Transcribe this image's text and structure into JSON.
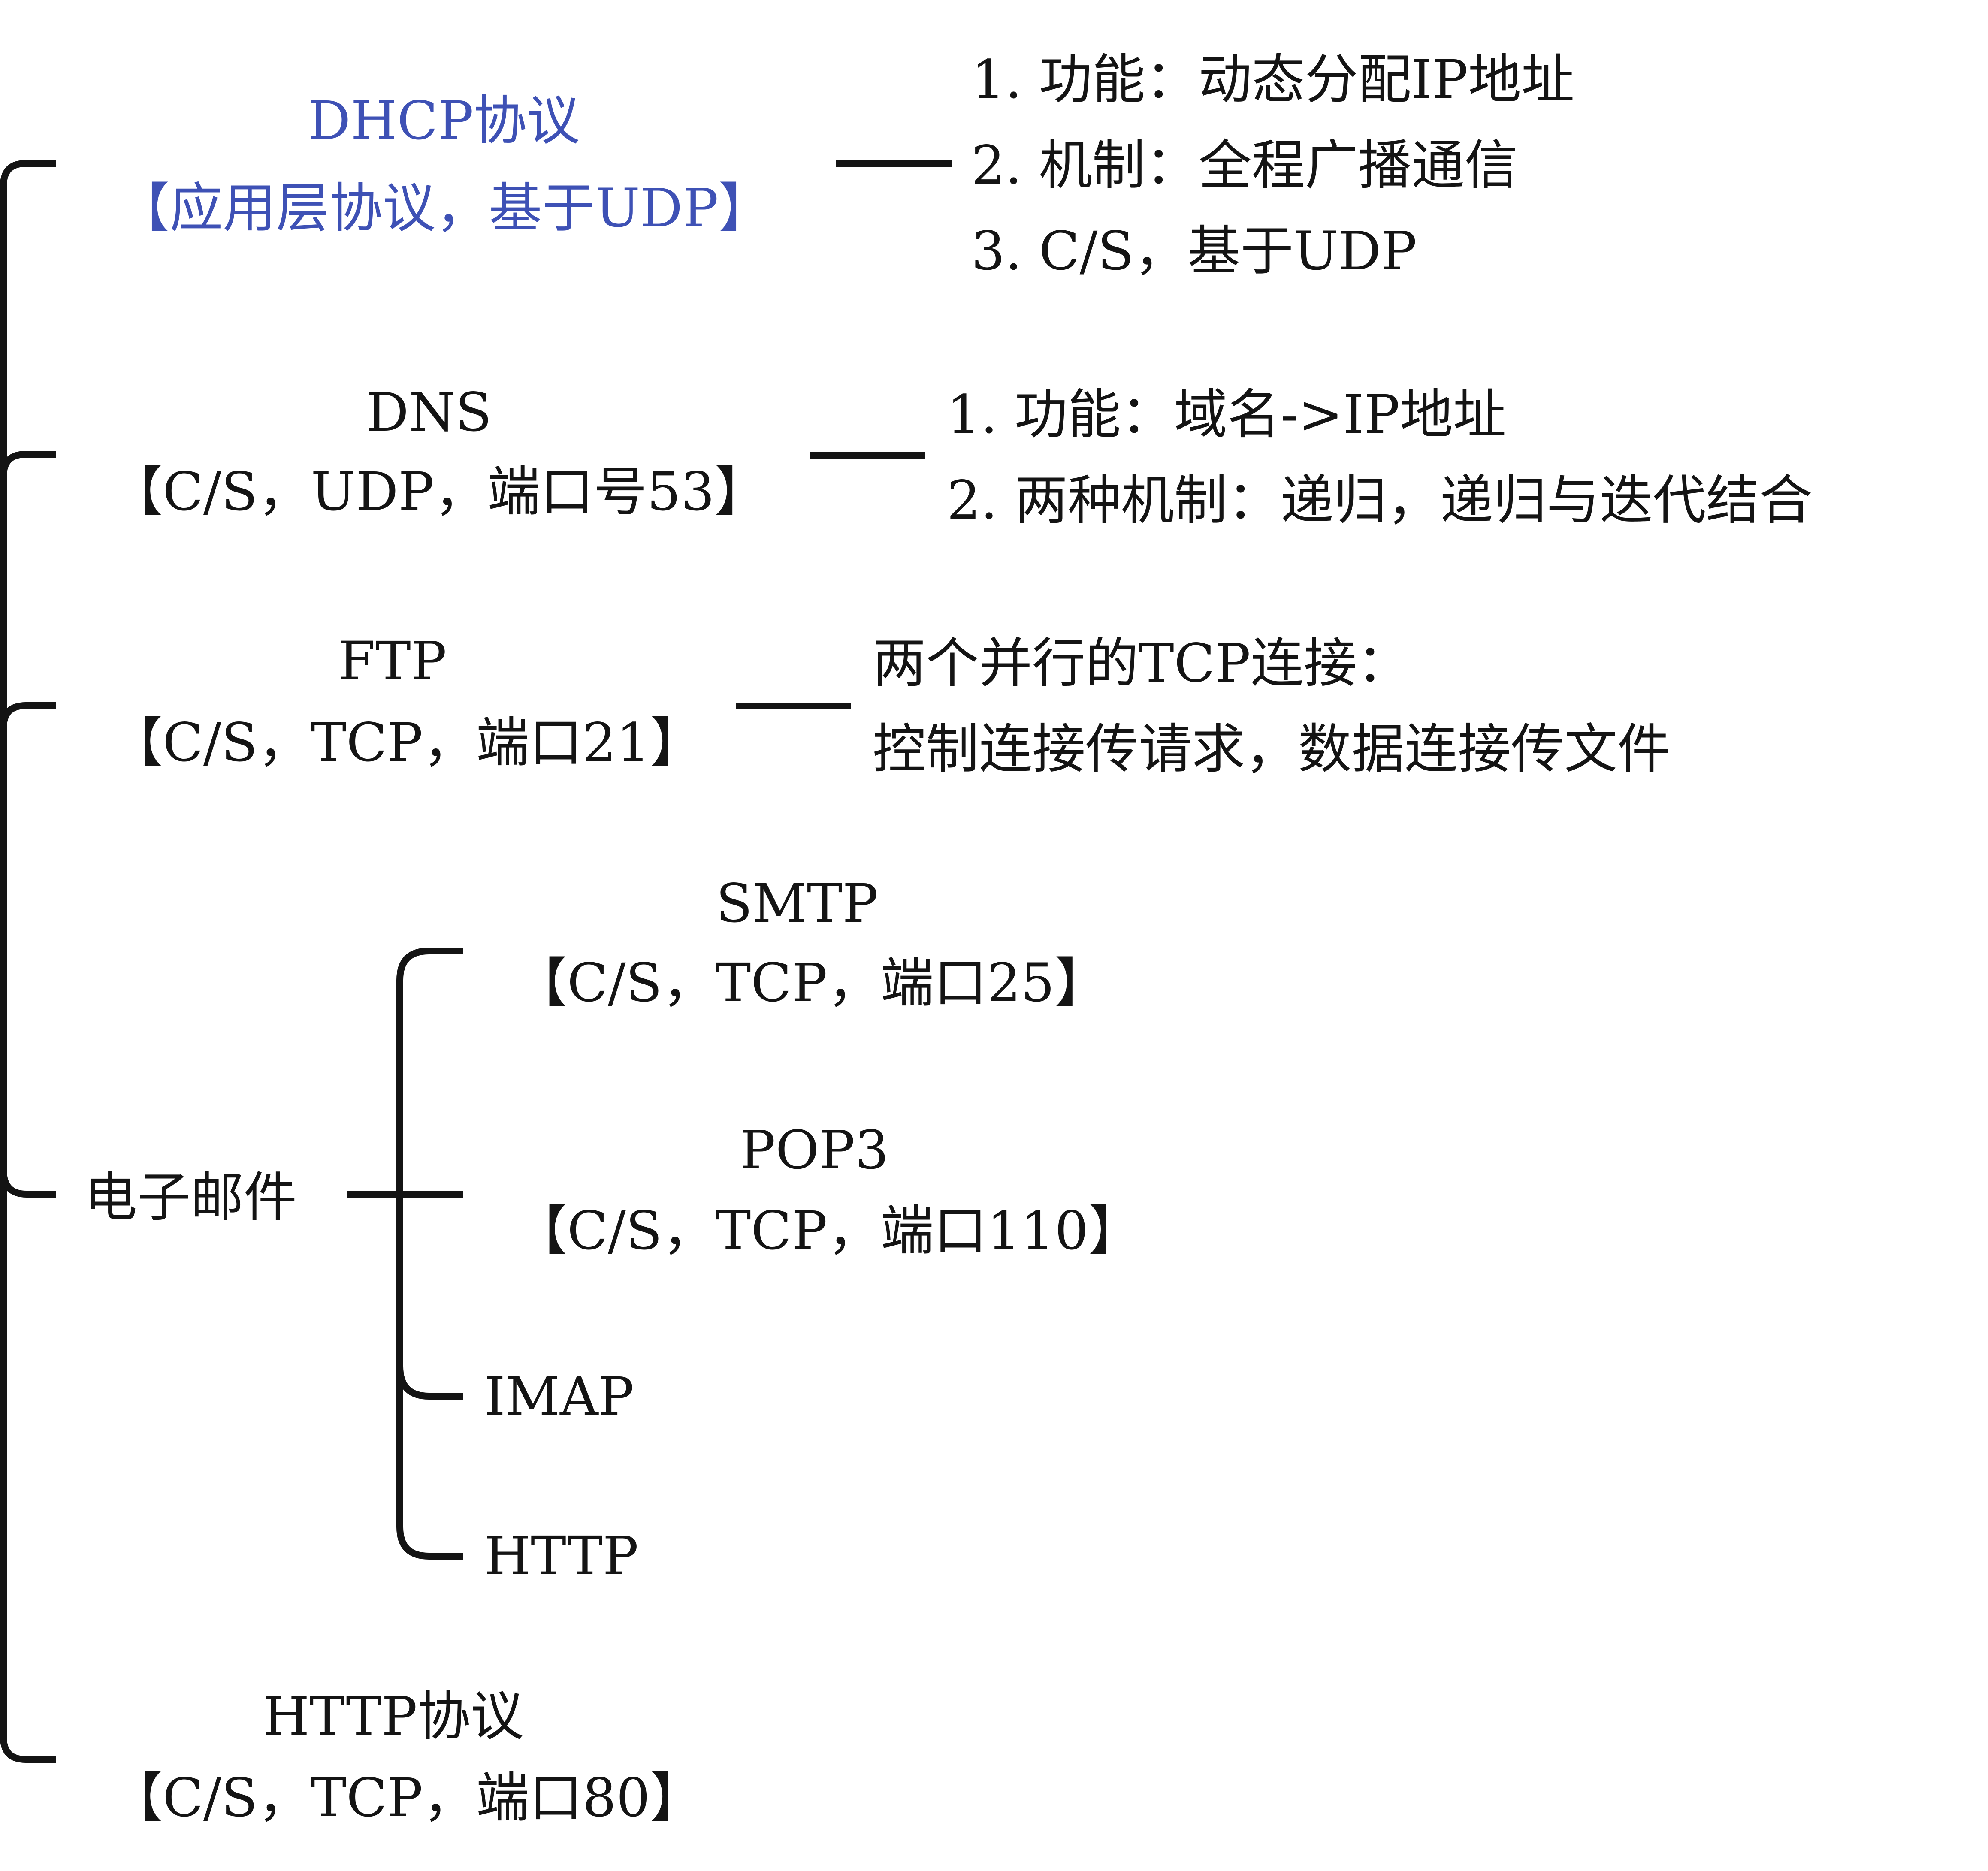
{
  "colors": {
    "text": "#141414",
    "accent": "#3e51b5",
    "lines": "#141414",
    "background": "#ffffff"
  },
  "dhcp": {
    "name": "DHCP协议",
    "tag": "【应用层协议，基于UDP】",
    "details": [
      "1. 功能：动态分配IP地址",
      "2. 机制：全程广播通信",
      "3. C/S，基于UDP"
    ]
  },
  "dns": {
    "name": "DNS",
    "tag": "【C/S，UDP，端口号53】",
    "details": [
      "1. 功能：域名->IP地址",
      "2. 两种机制：递归，递归与迭代结合"
    ]
  },
  "ftp": {
    "name": "FTP",
    "tag": "【C/S，TCP，端口21】",
    "details": [
      "两个并行的TCP连接：",
      "控制连接传请求，数据连接传文件"
    ]
  },
  "email": {
    "name": "电子邮件",
    "children": [
      {
        "name": "SMTP",
        "tag": "【C/S，TCP，端口25】"
      },
      {
        "name": "POP3",
        "tag": "【C/S，TCP，端口110】"
      },
      {
        "name": "IMAP"
      },
      {
        "name": "HTTP"
      }
    ]
  },
  "http": {
    "name": "HTTP协议",
    "tag": "【C/S，TCP，端口80】"
  }
}
